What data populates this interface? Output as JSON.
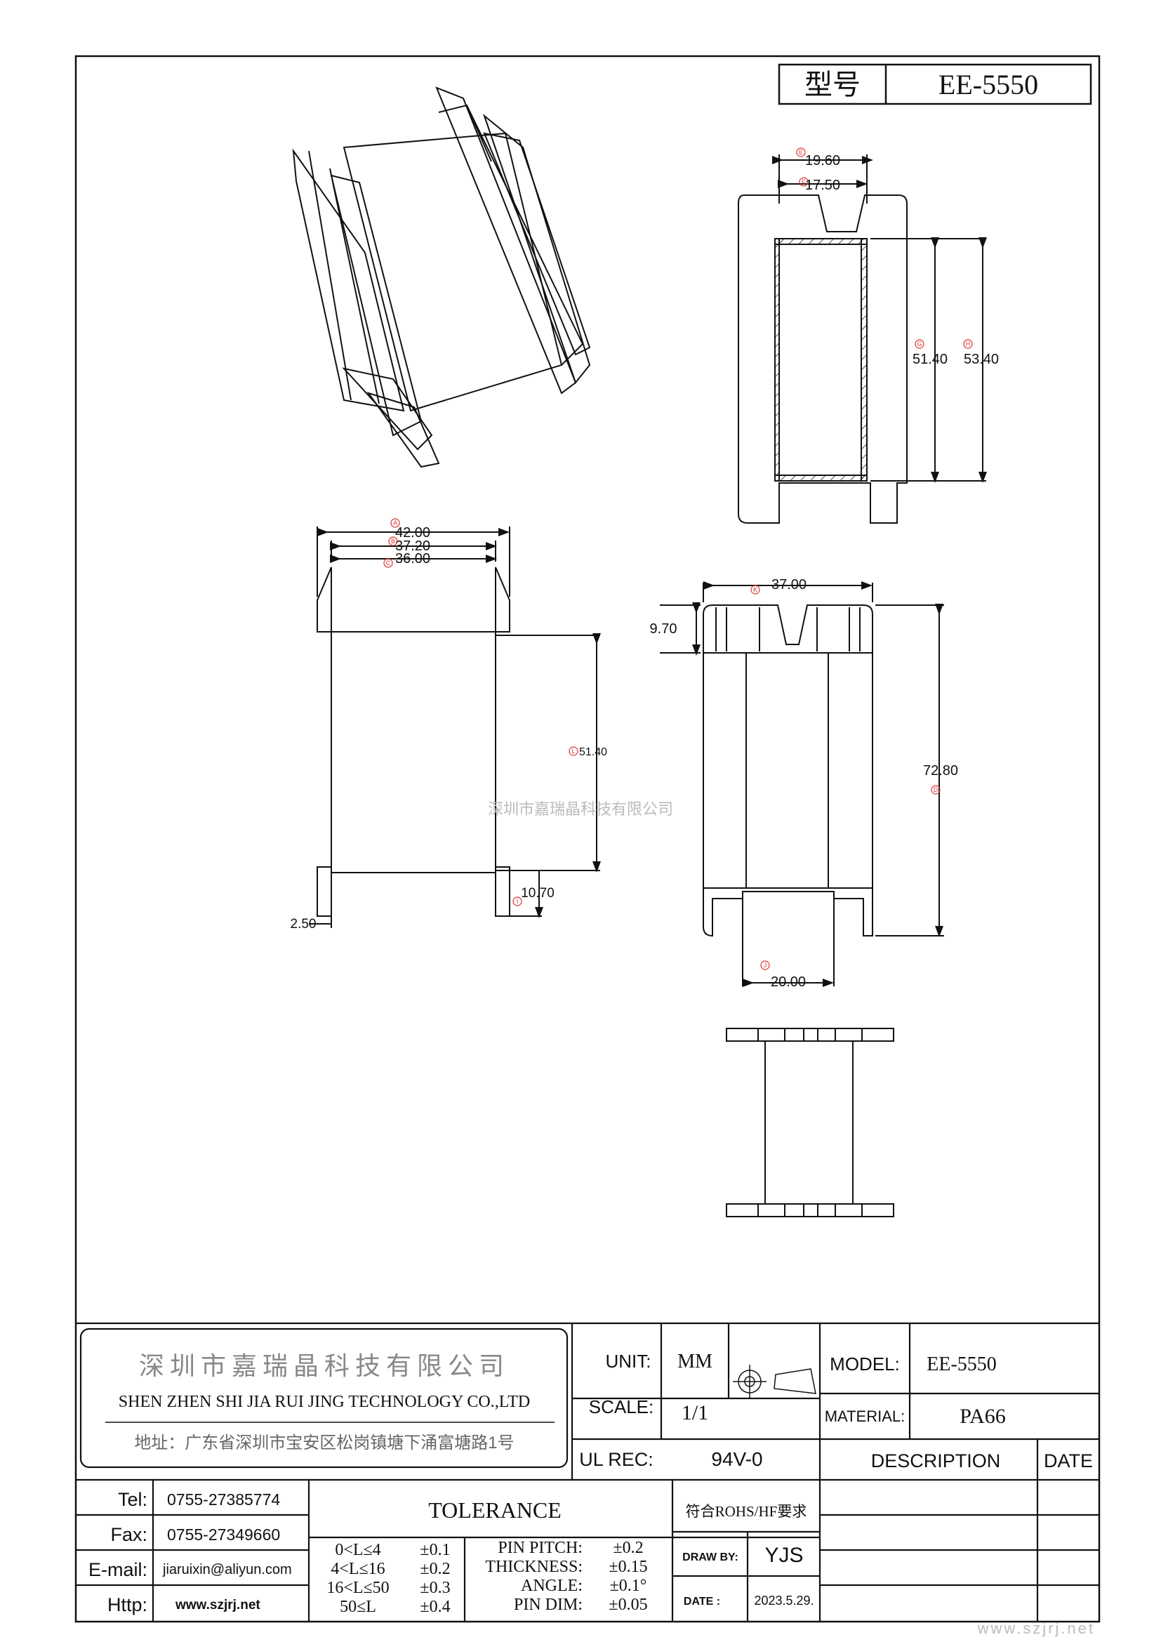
{
  "model_box": {
    "label": "型号",
    "value": "EE-5550"
  },
  "watermark": "深圳市嘉瑞晶科技有限公司",
  "site_watermark": "www.szjrj.net",
  "dimensions": {
    "top_width_outer": "19.60",
    "top_width_inner": "17.50",
    "side_height_inner": "51.40",
    "side_height_outer": "53.40",
    "front_w_a": "42.00",
    "front_w_b": "37.20",
    "front_w_c": "36.00",
    "front_h": "51.40",
    "front_pin": "10.70",
    "front_foot": "2.50",
    "end_w": "37.00",
    "end_flange": "9.70",
    "end_h": "72.80",
    "end_pin_span": "20.00",
    "marks": [
      "A",
      "B",
      "C",
      "D",
      "E",
      "F",
      "G",
      "H",
      "I",
      "J",
      "K",
      "L"
    ]
  },
  "company": {
    "name_cn": "深圳市嘉瑞晶科技有限公司",
    "name_en": "SHEN ZHEN SHI   JIA RUI JING   TECHNOLOGY CO.,LTD",
    "address": "地址：广东省深圳市宝安区松岗镇塘下涌富塘路1号"
  },
  "contacts": [
    {
      "label": "Tel:",
      "value": "0755-27385774"
    },
    {
      "label": "Fax:",
      "value": "0755-27349660"
    },
    {
      "label": "E-mail:",
      "value": "jiaruixin@aliyun.com"
    },
    {
      "label": "Http:",
      "value": "www.szjrj.net"
    }
  ],
  "spec": {
    "unit_label": "UNIT:",
    "unit_value": "MM",
    "scale_label": "SCALE:",
    "scale_value": "1/1",
    "ulrec_label": "UL REC:",
    "ulrec_value": "94V-0",
    "model_label": "MODEL:",
    "model_value": "EE-5550",
    "material_label": "MATERIAL:",
    "material_value": "PA66",
    "description_label": "DESCRIPTION",
    "date_label": "DATE",
    "rohs": "符合ROHS/HF要求",
    "draw_label": "DRAW BY:",
    "draw_value": "YJS",
    "date_row_label": "DATE :",
    "date_row_value": "2023.5.29."
  },
  "tolerance": {
    "title": "TOLERANCE",
    "ranges": [
      {
        "range": "0<L≤4",
        "tol": "±0.1"
      },
      {
        "range": "4<L≤16",
        "tol": "±0.2"
      },
      {
        "range": "16<L≤50",
        "tol": "±0.3"
      },
      {
        "range": "50≤L",
        "tol": "±0.4"
      }
    ],
    "params": [
      {
        "name": "PIN PITCH:",
        "tol": "±0.2"
      },
      {
        "name": "THICKNESS:",
        "tol": "±0.15"
      },
      {
        "name": "ANGLE:",
        "tol": "±0.1°"
      },
      {
        "name": "PIN DIM:",
        "tol": "±0.05"
      }
    ]
  }
}
